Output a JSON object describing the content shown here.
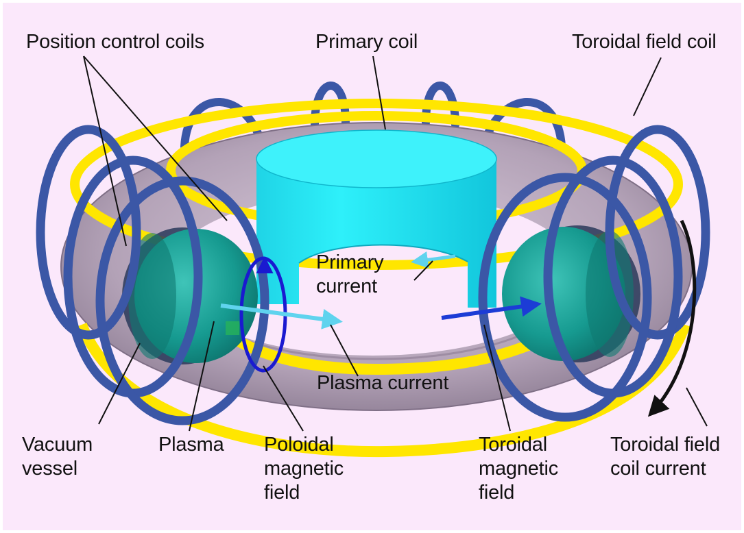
{
  "labels": {
    "position_control_coils": "Position control coils",
    "primary_coil": "Primary coil",
    "toroidal_field_coil": "Toroidal field coil",
    "primary_current": [
      "Primary",
      "current"
    ],
    "plasma_current": "Plasma current",
    "vacuum_vessel": [
      "Vacuum",
      "vessel"
    ],
    "plasma": "Plasma",
    "poloidal_magnetic_field": [
      "Poloidal",
      "magnetic",
      "field"
    ],
    "toroidal_magnetic_field": [
      "Toroidal",
      "magnetic",
      "field"
    ],
    "toroidal_field_coil_current": [
      "Toroidal field",
      "coil current"
    ]
  },
  "colors": {
    "background": "#fbe8fb",
    "vessel": "#b8a8bc",
    "primary_coil": "#22e6f2",
    "position_control_coils": "#ffe600",
    "toroidal_field_coils": "#3b57a6",
    "plasma": "#1aa39a",
    "poloidal_field_arrow": "#1a1ad0",
    "plasma_current_arrow": "#5fd3ee",
    "toroidal_field_arrow": "#1c3cd6",
    "leader_lines": "#111111"
  },
  "icons": {
    "poloidal_field_arrow": "arrow-loop-icon",
    "current_arrow": "arrow-right-icon",
    "coil_current_arrow": "curved-arrow-down-icon"
  }
}
